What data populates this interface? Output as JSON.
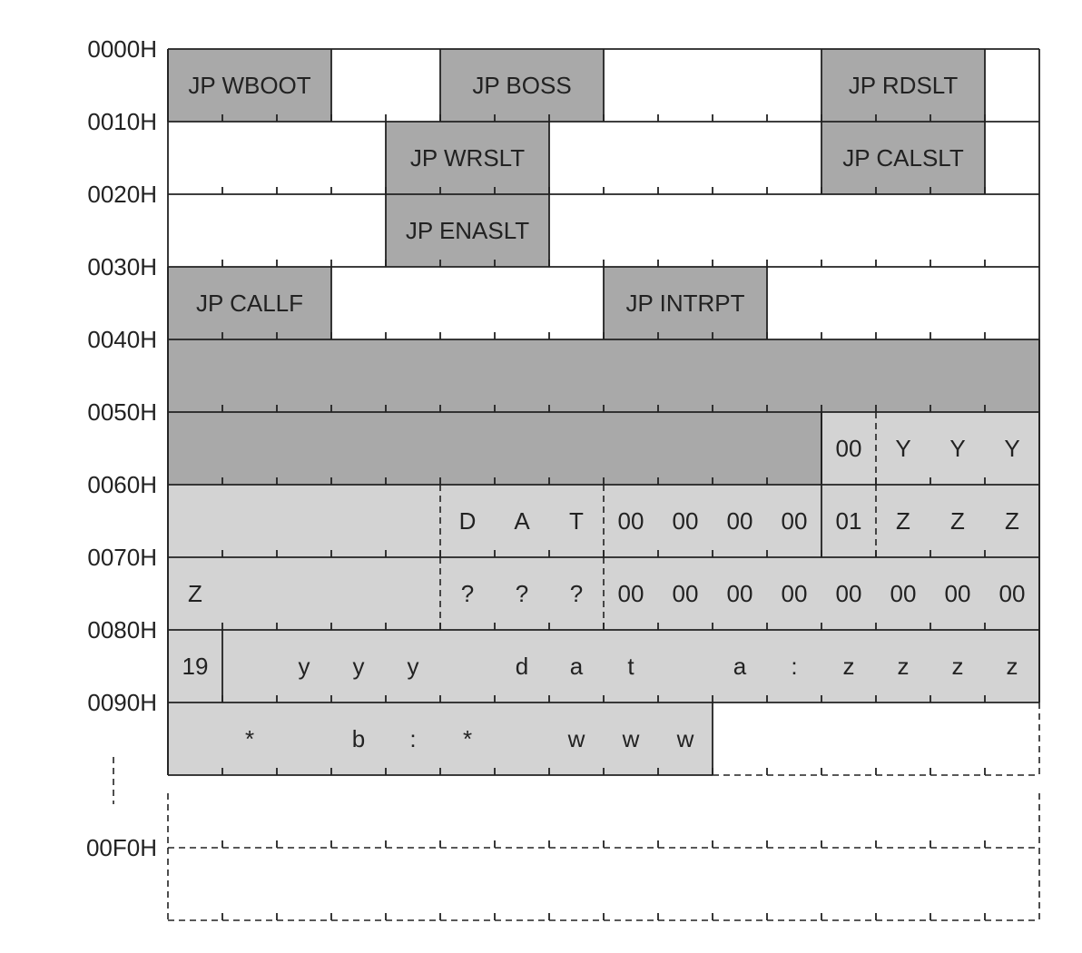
{
  "colors": {
    "dark_fill": "#a9a9a9",
    "light_fill": "#d3d3d3",
    "line": "#222222",
    "text": "#222222"
  },
  "address_labels": [
    "0000H",
    "0010H",
    "0020H",
    "0030H",
    "0040H",
    "0050H",
    "0060H",
    "0070H",
    "0080H",
    "0090H",
    "00F0H"
  ],
  "rows": [
    {
      "address": "0000H",
      "blocks": [
        {
          "start": 0,
          "len": 3,
          "fill": "dark",
          "label": "JP WBOOT"
        },
        {
          "start": 5,
          "len": 3,
          "fill": "dark",
          "label": "JP BOSS"
        },
        {
          "start": 12,
          "len": 3,
          "fill": "dark",
          "label": "JP RDSLT"
        }
      ]
    },
    {
      "address": "0010H",
      "blocks": [
        {
          "start": 4,
          "len": 3,
          "fill": "dark",
          "label": "JP WRSLT"
        },
        {
          "start": 12,
          "len": 3,
          "fill": "dark",
          "label": "JP CALSLT"
        }
      ]
    },
    {
      "address": "0020H",
      "blocks": [
        {
          "start": 4,
          "len": 3,
          "fill": "dark",
          "label": "JP ENASLT"
        }
      ]
    },
    {
      "address": "0030H",
      "blocks": [
        {
          "start": 0,
          "len": 3,
          "fill": "dark",
          "label": "JP CALLF"
        },
        {
          "start": 8,
          "len": 3,
          "fill": "dark",
          "label": "JP INTRPT"
        }
      ]
    },
    {
      "address": "0040H",
      "blocks": [
        {
          "start": 0,
          "len": 16,
          "fill": "dark",
          "label": ""
        }
      ]
    },
    {
      "address": "0050H",
      "blocks": [
        {
          "start": 0,
          "len": 12,
          "fill": "dark",
          "label": ""
        },
        {
          "start": 12,
          "len": 4,
          "fill": "light",
          "label": ""
        }
      ],
      "cells": [
        {
          "col": 12,
          "text": "00"
        },
        {
          "col": 13,
          "text": "Y"
        },
        {
          "col": 14,
          "text": "Y"
        },
        {
          "col": 15,
          "text": "Y"
        }
      ],
      "dashed_dividers": [
        13
      ],
      "solid_dividers": [
        12
      ]
    },
    {
      "address": "0060H",
      "blocks": [
        {
          "start": 0,
          "len": 16,
          "fill": "light",
          "label": ""
        }
      ],
      "cells": [
        {
          "col": 5,
          "text": "D"
        },
        {
          "col": 6,
          "text": "A"
        },
        {
          "col": 7,
          "text": "T"
        },
        {
          "col": 8,
          "text": "00"
        },
        {
          "col": 9,
          "text": "00"
        },
        {
          "col": 10,
          "text": "00"
        },
        {
          "col": 11,
          "text": "00"
        },
        {
          "col": 12,
          "text": "01"
        },
        {
          "col": 13,
          "text": "Z"
        },
        {
          "col": 14,
          "text": "Z"
        },
        {
          "col": 15,
          "text": "Z"
        }
      ],
      "dashed_dividers": [
        5,
        8,
        13
      ],
      "solid_dividers": [
        12
      ]
    },
    {
      "address": "0070H",
      "blocks": [
        {
          "start": 0,
          "len": 16,
          "fill": "light",
          "label": ""
        }
      ],
      "cells": [
        {
          "col": 0,
          "text": "Z"
        },
        {
          "col": 5,
          "text": "?"
        },
        {
          "col": 6,
          "text": "?"
        },
        {
          "col": 7,
          "text": "?"
        },
        {
          "col": 8,
          "text": "00"
        },
        {
          "col": 9,
          "text": "00"
        },
        {
          "col": 10,
          "text": "00"
        },
        {
          "col": 11,
          "text": "00"
        },
        {
          "col": 12,
          "text": "00"
        },
        {
          "col": 13,
          "text": "00"
        },
        {
          "col": 14,
          "text": "00"
        },
        {
          "col": 15,
          "text": "00"
        }
      ],
      "dashed_dividers": [
        5,
        8
      ],
      "solid_dividers": []
    },
    {
      "address": "0080H",
      "blocks": [
        {
          "start": 0,
          "len": 16,
          "fill": "light",
          "label": ""
        }
      ],
      "cells": [
        {
          "col": 0,
          "text": "19"
        },
        {
          "col": 2,
          "text": "y"
        },
        {
          "col": 3,
          "text": "y"
        },
        {
          "col": 4,
          "text": "y"
        },
        {
          "col": 6,
          "text": "d"
        },
        {
          "col": 7,
          "text": "a"
        },
        {
          "col": 8,
          "text": "t"
        },
        {
          "col": 10,
          "text": "a"
        },
        {
          "col": 11,
          "text": ":"
        },
        {
          "col": 12,
          "text": "z"
        },
        {
          "col": 13,
          "text": "z"
        },
        {
          "col": 14,
          "text": "z"
        },
        {
          "col": 15,
          "text": "z"
        }
      ],
      "dashed_dividers": [],
      "solid_dividers": [
        1
      ]
    },
    {
      "address": "0090H",
      "blocks": [
        {
          "start": 0,
          "len": 10,
          "fill": "light",
          "label": ""
        }
      ],
      "cells": [
        {
          "col": 1,
          "text": "*"
        },
        {
          "col": 3,
          "text": "b"
        },
        {
          "col": 4,
          "text": ":"
        },
        {
          "col": 5,
          "text": "*"
        },
        {
          "col": 7,
          "text": "w"
        },
        {
          "col": 8,
          "text": "w"
        },
        {
          "col": 9,
          "text": "w"
        }
      ],
      "dashed_dividers": [],
      "solid_dividers": []
    }
  ],
  "tail_address": "00F0H"
}
